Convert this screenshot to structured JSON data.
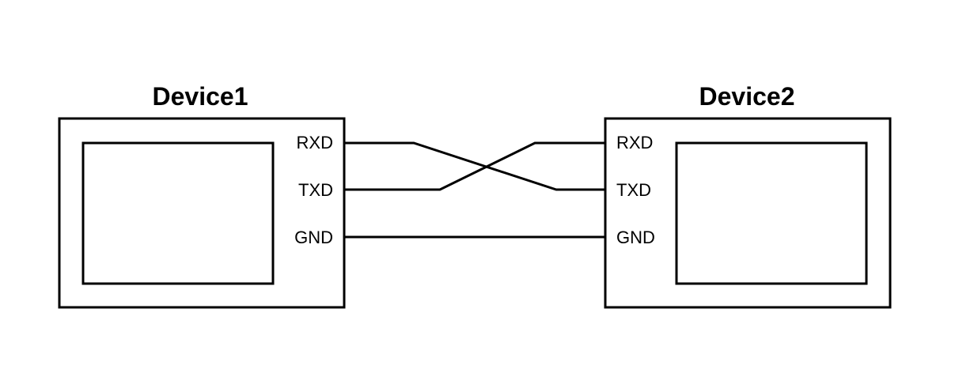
{
  "device1": {
    "title": "Device1",
    "pins": [
      "RXD",
      "TXD",
      "GND"
    ]
  },
  "device2": {
    "title": "Device2",
    "pins": [
      "RXD",
      "TXD",
      "GND"
    ]
  },
  "connections": [
    {
      "from": "Device1.RXD",
      "to": "Device2.TXD"
    },
    {
      "from": "Device1.TXD",
      "to": "Device2.RXD"
    },
    {
      "from": "Device1.GND",
      "to": "Device2.GND"
    }
  ]
}
